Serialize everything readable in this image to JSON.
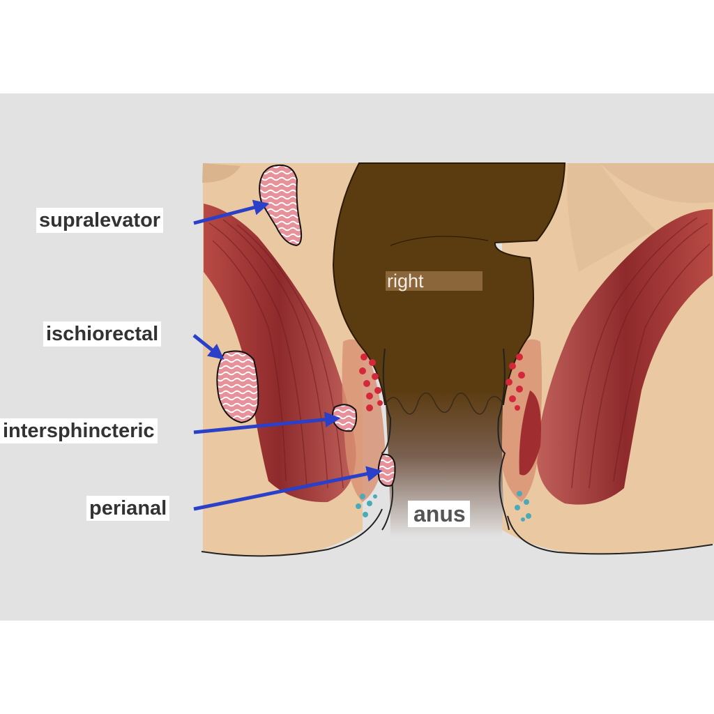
{
  "labels": {
    "supralevator": "supralevator",
    "ischiorectal": "ischiorectal",
    "intersphincteric": "intersphincteric",
    "perianal": "perianal",
    "right": "right",
    "anus": "anus"
  },
  "colors": {
    "background_panel": "#e2e2e2",
    "tissue": "#e9c8a2",
    "rectum": "#5b3b10",
    "muscle": "#a9393a",
    "abscess": "#e7919a",
    "arrow": "#2a40c8",
    "gland_red": "#d4283a",
    "gland_teal": "#4aaab8"
  }
}
